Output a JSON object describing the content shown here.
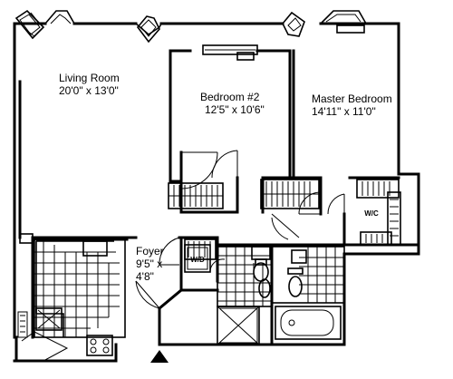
{
  "rooms": {
    "living_room": {
      "name": "Living Room",
      "size": "20'0\" x 13'0\""
    },
    "bedroom2": {
      "name": "Bedroom #2",
      "size": "12'5\" x 10'6\""
    },
    "master_bedroom": {
      "name": "Master Bedroom",
      "size": "14'11\" x 11'0\""
    },
    "foyer": {
      "name": "Foyer",
      "size_line1": "9'5\" x",
      "size_line2": "4'8\""
    }
  },
  "fixtures": {
    "washer_dryer": "W/D",
    "walk_in_closet": "W/C"
  }
}
